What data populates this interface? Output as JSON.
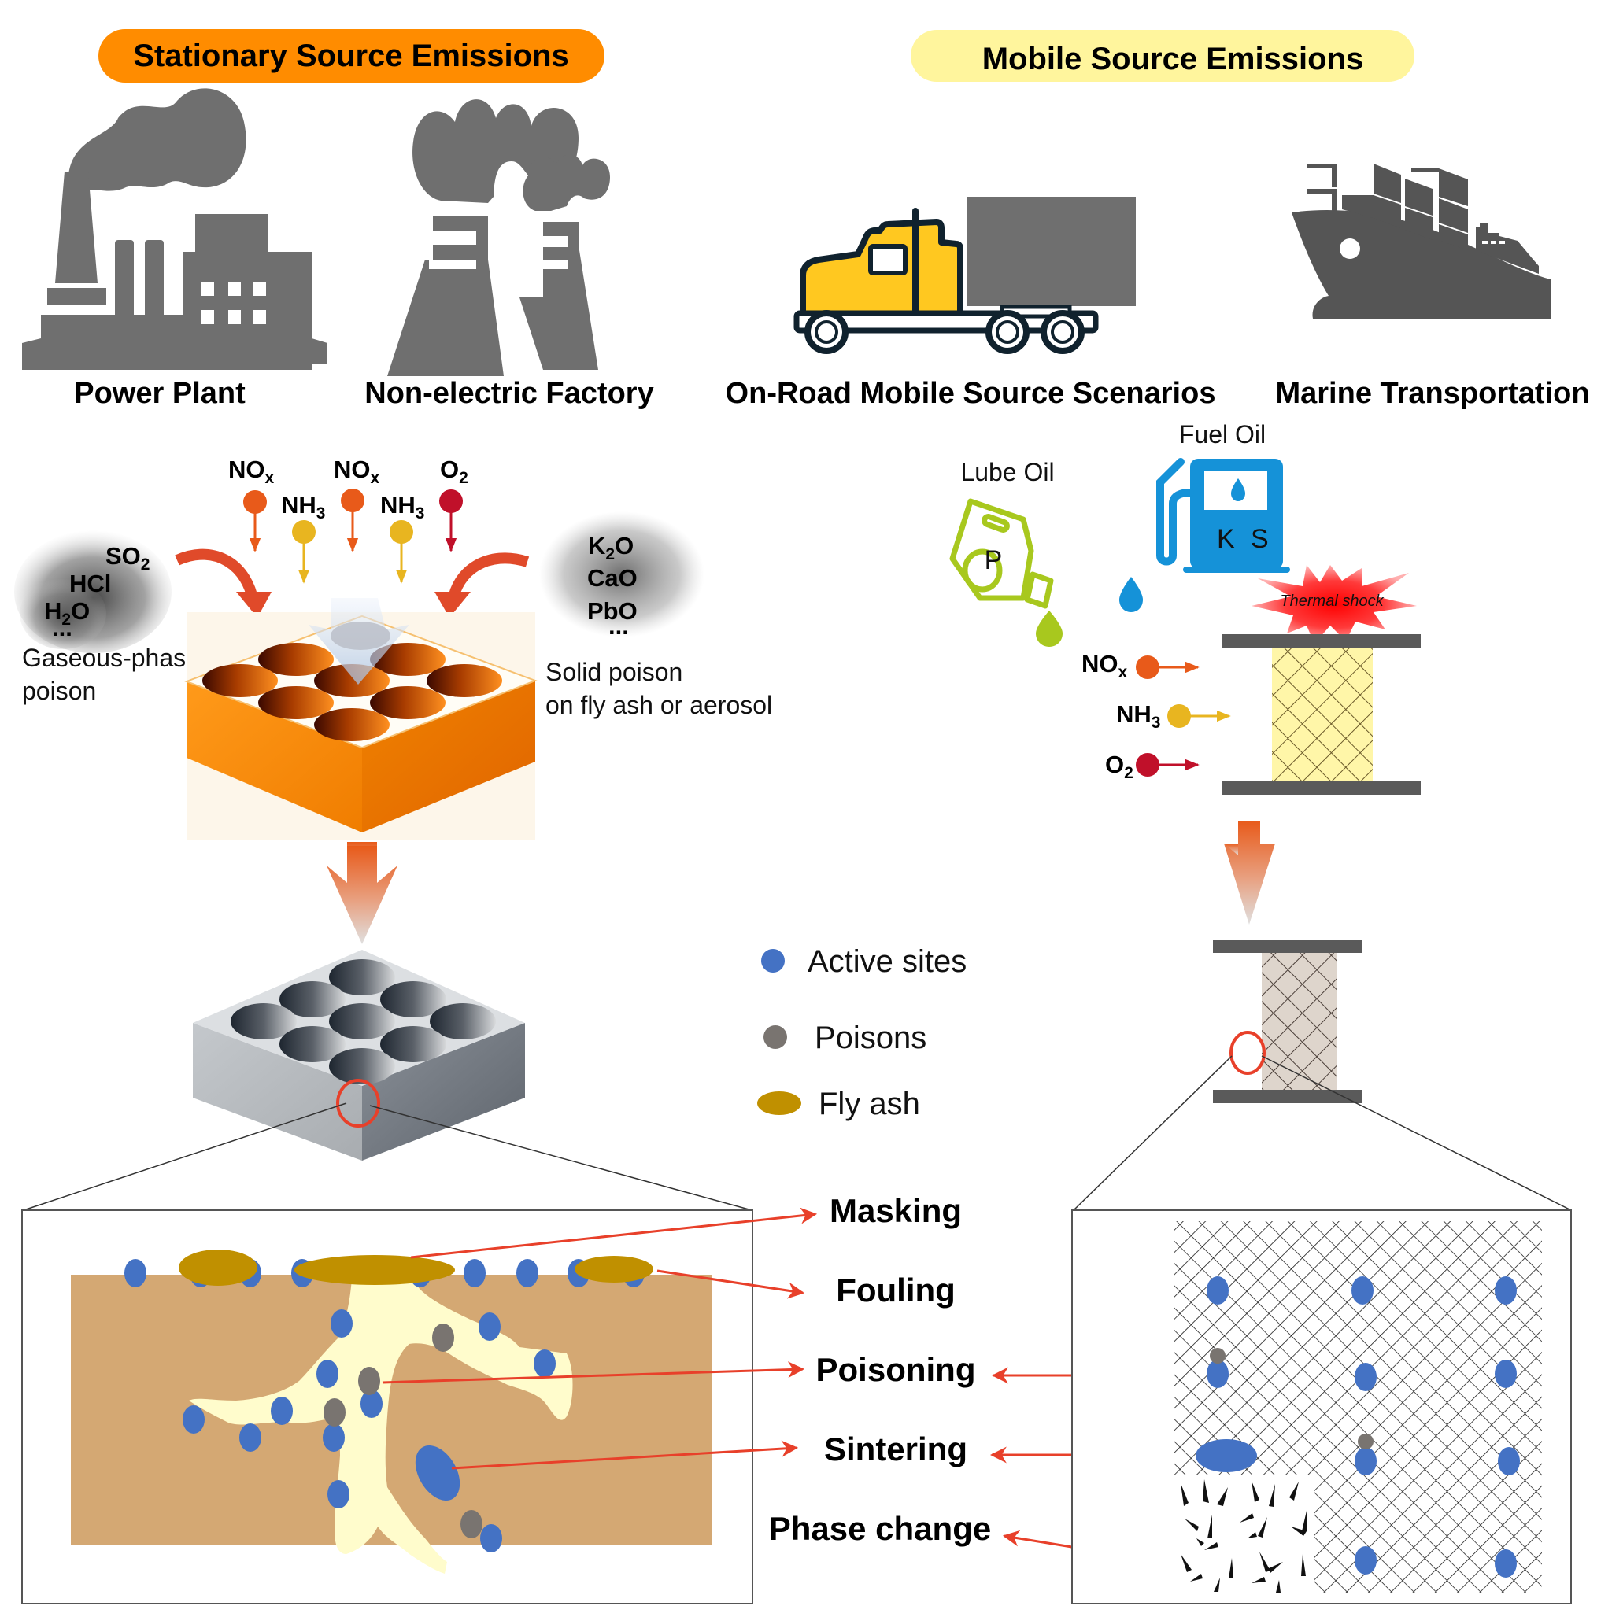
{
  "headers": {
    "stationary": "Stationary Source Emissions",
    "mobile": "Mobile Source Emissions"
  },
  "sources": {
    "power_plant": "Power Plant",
    "factory": "Non-electric Factory",
    "on_road": "On-Road Mobile Source Scenarios",
    "marine": "Marine Transportation"
  },
  "stationary_reactants": [
    {
      "base": "NO",
      "sub": "x",
      "color": "#e85a1a"
    },
    {
      "base": "NH",
      "sub": "3",
      "color": "#e8b520"
    },
    {
      "base": "NO",
      "sub": "x",
      "color": "#e85a1a"
    },
    {
      "base": "NH",
      "sub": "3",
      "color": "#e8b520"
    },
    {
      "base": "O",
      "sub": "2",
      "color": "#c0102a"
    }
  ],
  "gaseous_poison": {
    "species": [
      {
        "base": "SO",
        "sub": "2",
        "tail": ""
      },
      {
        "base": "HCl",
        "sub": "",
        "tail": ""
      },
      {
        "base": "H",
        "sub": "2",
        "tail": "O"
      }
    ],
    "ellipsis": "...",
    "label_line1": "Gaseous-phase",
    "label_line2": "poison"
  },
  "solid_poison": {
    "species": [
      {
        "base": "K",
        "sub": "2",
        "tail": "O"
      },
      {
        "base": "CaO",
        "sub": "",
        "tail": ""
      },
      {
        "base": "PbO",
        "sub": "",
        "tail": ""
      }
    ],
    "ellipsis": "...",
    "label_line1": "Solid poison",
    "label_line2": "on fly ash or aerosol"
  },
  "mobile_inputs": {
    "lube_oil": "Lube Oil",
    "lube_element": "P",
    "fuel_oil": "Fuel Oil",
    "fuel_elements": [
      "K",
      "S"
    ],
    "thermal_shock": "Thermal shock"
  },
  "mobile_reactants": [
    {
      "base": "NO",
      "sub": "x",
      "color": "#e85a1a"
    },
    {
      "base": "NH",
      "sub": "3",
      "color": "#e8b520"
    },
    {
      "base": "O",
      "sub": "2",
      "color": "#c0102a"
    }
  ],
  "legend": [
    {
      "label": "Active sites",
      "color": "#4472c4"
    },
    {
      "label": "Poisons",
      "color": "#797470"
    },
    {
      "label": "Fly ash",
      "color": "#c09000"
    }
  ],
  "mechanisms": [
    "Masking",
    "Fouling",
    "Poisoning",
    "Sintering",
    "Phase change"
  ],
  "colors": {
    "stationary_header": "#ff8c00",
    "mobile_header": "#fff59d",
    "arrow_red": "#e8402a",
    "substrate": "#d4a873",
    "pore": "#fffccc"
  }
}
